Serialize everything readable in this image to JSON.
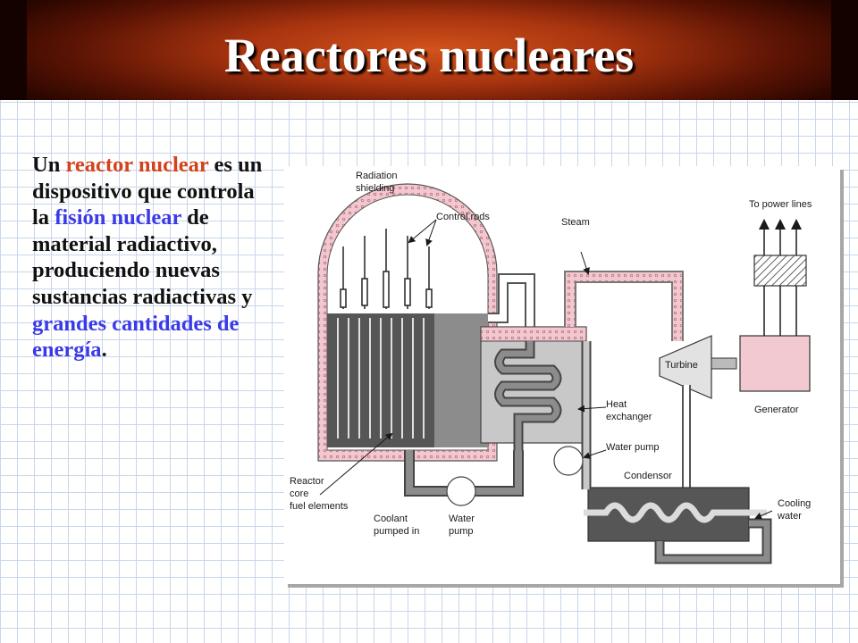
{
  "title": "Reactores nucleares",
  "text": {
    "s1": "Un ",
    "s2": "reactor nuclear",
    "s3": " es un dispositivo que controla la ",
    "s4": "fisión nuclear",
    "s5": " de material radiactivo, produciendo nuevas sustancias radiactivas y ",
    "s6": "grandes cantidades de energía",
    "s7": "."
  },
  "colors": {
    "red_highlight": "#d4421c",
    "blue_highlight": "#3a3ae8",
    "title_bg": "#a8340f"
  },
  "diagram": {
    "labels": {
      "radiation_shielding_1": "Radiation",
      "radiation_shielding_2": "shielding",
      "control_rods": "Control rods",
      "steam": "Steam",
      "to_power_lines": "To power lines",
      "turbine": "Turbine",
      "generator": "Generator",
      "heat_exchanger_1": "Heat",
      "heat_exchanger_2": "exchanger",
      "water_pump_upper": "Water pump",
      "condensor": "Condensor",
      "cooling_water_1": "Cooling",
      "cooling_water_2": "water",
      "reactor_core_1": "Reactor",
      "reactor_core_2": "core",
      "reactor_core_3": "fuel elements",
      "coolant_1": "Coolant",
      "coolant_2": "pumped in",
      "water_pump_lower_1": "Water",
      "water_pump_lower_2": "pump"
    }
  }
}
